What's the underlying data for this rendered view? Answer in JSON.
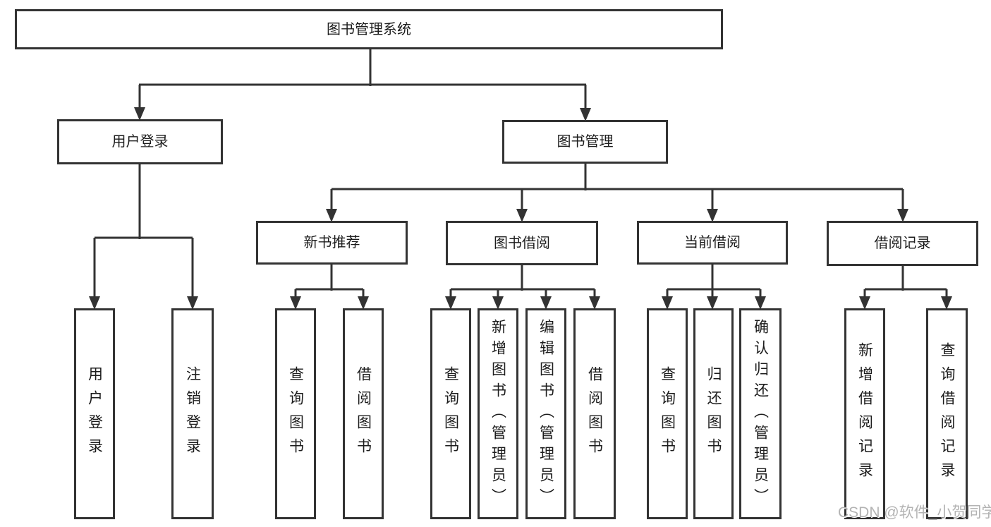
{
  "diagram": {
    "root": {
      "label": "图书管理系统"
    },
    "branches": [
      {
        "label": "用户登录",
        "children": [
          {
            "label": "用户登录"
          },
          {
            "label": "注销登录"
          }
        ]
      },
      {
        "label": "图书管理",
        "children": [
          {
            "label": "新书推荐",
            "children": [
              {
                "label": "查询图书"
              },
              {
                "label": "借阅图书"
              }
            ]
          },
          {
            "label": "图书借阅",
            "children": [
              {
                "label": "查询图书"
              },
              {
                "label": "新增图书（管理员）"
              },
              {
                "label": "编辑图书（管理员）"
              },
              {
                "label": "借阅图书"
              }
            ]
          },
          {
            "label": "当前借阅",
            "children": [
              {
                "label": "查询图书"
              },
              {
                "label": "归还图书"
              },
              {
                "label": "确认归还（管理员）"
              }
            ]
          },
          {
            "label": "借阅记录",
            "children": [
              {
                "label": "新增借阅记录"
              },
              {
                "label": "查询借阅记录"
              }
            ]
          }
        ]
      }
    ]
  },
  "watermark": {
    "text": "CSDN @软件_小贺同学"
  },
  "colors": {
    "line": "#333333",
    "text": "#1c1c1c",
    "background": "#ffffff",
    "watermark": "#b3b3b3"
  }
}
